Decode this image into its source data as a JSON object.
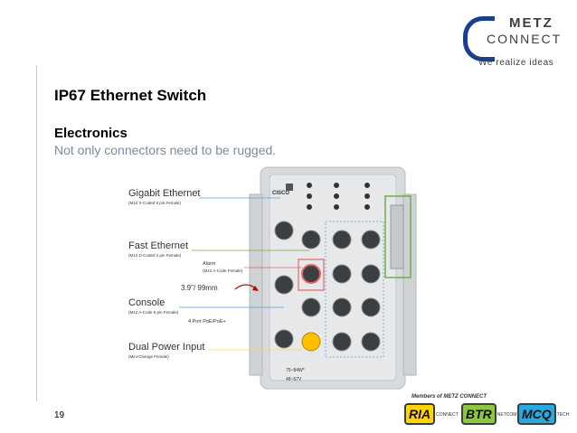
{
  "logo": {
    "brand_top": "METZ",
    "brand_bottom": "CONNECT",
    "slogan": "We realize ideas"
  },
  "slide": {
    "title": "IP67 Ethernet Switch",
    "subheading": "Electronics",
    "subtext": "Not only connectors need to be rugged.",
    "page_number": "19"
  },
  "figure": {
    "labels": {
      "gigabit": "Gigabit Ethernet",
      "gigabit_sub": "(M12 X-Coded 8 pin Female)",
      "fast": "Fast Ethernet",
      "fast_sub": "(M12 D-Coded 4 pin Female)",
      "alarm": "Alarm",
      "alarm_sub": "(M12 A-Code Female)",
      "size": "3.9\"/ 99mm",
      "console": "Console",
      "console_sub": "(M12 A-Code 5 pin Female)",
      "poe": "4 Port PoE/PoE+",
      "power": "Dual Power Input",
      "power_sub": "(Mini-Change Female)",
      "brand": "CISCO",
      "spec1": "75~84W*",
      "spec2": "48~57V"
    }
  },
  "footer": {
    "members": "Members of METZ CONNECT",
    "p1": "RIA",
    "p1_sub": "CONNECT",
    "p2": "BTR",
    "p2_sub": "NETCOM",
    "p3": "MCQ",
    "p3_sub": "TECH"
  },
  "colors": {
    "gigabit_line": "#5b9bd5",
    "fast_line": "#70ad47",
    "alarm_box": "#e06666",
    "power_line": "#ffd966",
    "port_ring": "#ffc000"
  }
}
